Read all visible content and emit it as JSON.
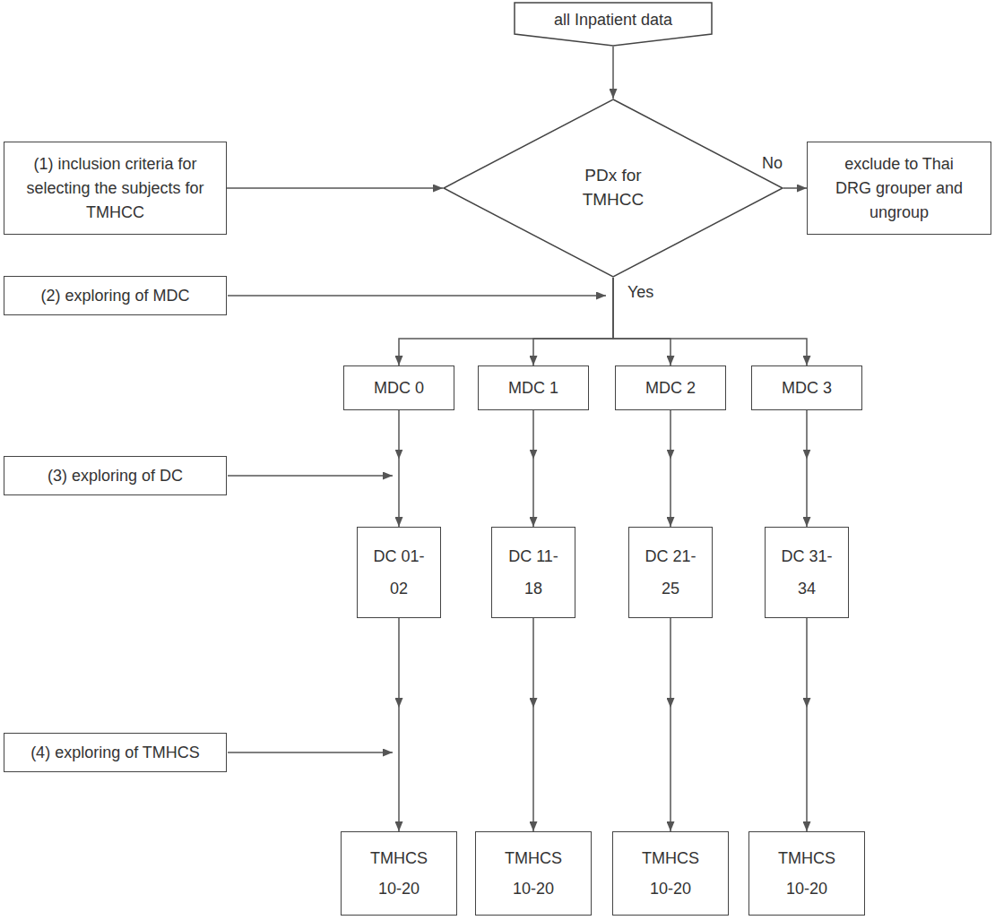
{
  "diagram": {
    "nodes": [
      {
        "text": [
          "all Inpatient data"
        ]
      },
      {
        "text": [
          "(1) inclusion criteria for selecting the subjects for TMHCC"
        ]
      },
      {
        "text": [
          "PDx for TMHCC"
        ]
      },
      {
        "text": [
          "exclude to Thai DRG grouper and ungroup"
        ]
      },
      {
        "text": [
          "(2) exploring of MDC"
        ]
      },
      {
        "text": [
          "MDC 0"
        ]
      },
      {
        "text": [
          "MDC 1"
        ]
      },
      {
        "text": [
          "MDC 2"
        ]
      },
      {
        "text": [
          "MDC 3"
        ]
      },
      {
        "text": [
          "(3) exploring of DC"
        ]
      },
      {
        "text": [
          "DC 01-02"
        ]
      },
      {
        "text": [
          "DC 11-18"
        ]
      },
      {
        "text": [
          "DC 21-25"
        ]
      },
      {
        "text": [
          "DC 31-34"
        ]
      },
      {
        "text": [
          "(4) exploring of TMHCS"
        ]
      },
      {
        "text": [
          "TMHCS 10-20"
        ]
      },
      {
        "text": [
          "TMHCS 10-20"
        ]
      },
      {
        "text": [
          "TMHCS 10-20"
        ]
      },
      {
        "text": [
          "TMHCS 10-20"
        ]
      }
    ],
    "edges": [
      {
        "from": 0,
        "to": 2,
        "arrow": "to"
      },
      {
        "from": 1,
        "to": 2,
        "arrow": "to"
      },
      {
        "from": 2,
        "to": 3,
        "arrow": "to"
      },
      {
        "from": 2,
        "to": 5,
        "arrow": "to"
      },
      {
        "from": 2,
        "to": 6,
        "arrow": "to"
      },
      {
        "from": 2,
        "to": 7,
        "arrow": "to"
      },
      {
        "from": 2,
        "to": 8,
        "arrow": "to"
      },
      {
        "from": 5,
        "to": 10,
        "arrow": "to"
      },
      {
        "from": 6,
        "to": 11,
        "arrow": "to"
      },
      {
        "from": 7,
        "to": 12,
        "arrow": "to"
      },
      {
        "from": 8,
        "to": 13,
        "arrow": "to"
      },
      {
        "from": 10,
        "to": 15,
        "arrow": "to"
      },
      {
        "from": 11,
        "to": 16,
        "arrow": "to"
      },
      {
        "from": 12,
        "to": 17,
        "arrow": "to"
      },
      {
        "from": 13,
        "to": 18,
        "arrow": "to"
      }
    ],
    "labels": [
      "No",
      "Yes"
    ]
  }
}
